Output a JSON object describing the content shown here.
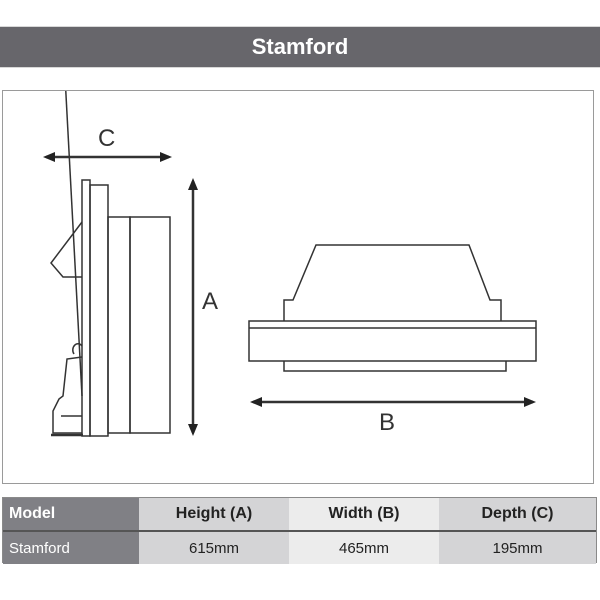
{
  "title": "Stamford",
  "diagram": {
    "labels": {
      "height": "A",
      "width": "B",
      "depth": "C"
    },
    "views": [
      "side-view",
      "top-view"
    ]
  },
  "table": {
    "headers": [
      "Model",
      "Height (A)",
      "Width (B)",
      "Depth (C)"
    ],
    "rows": [
      [
        "Stamford",
        "615mm",
        "465mm",
        "195mm"
      ]
    ]
  }
}
